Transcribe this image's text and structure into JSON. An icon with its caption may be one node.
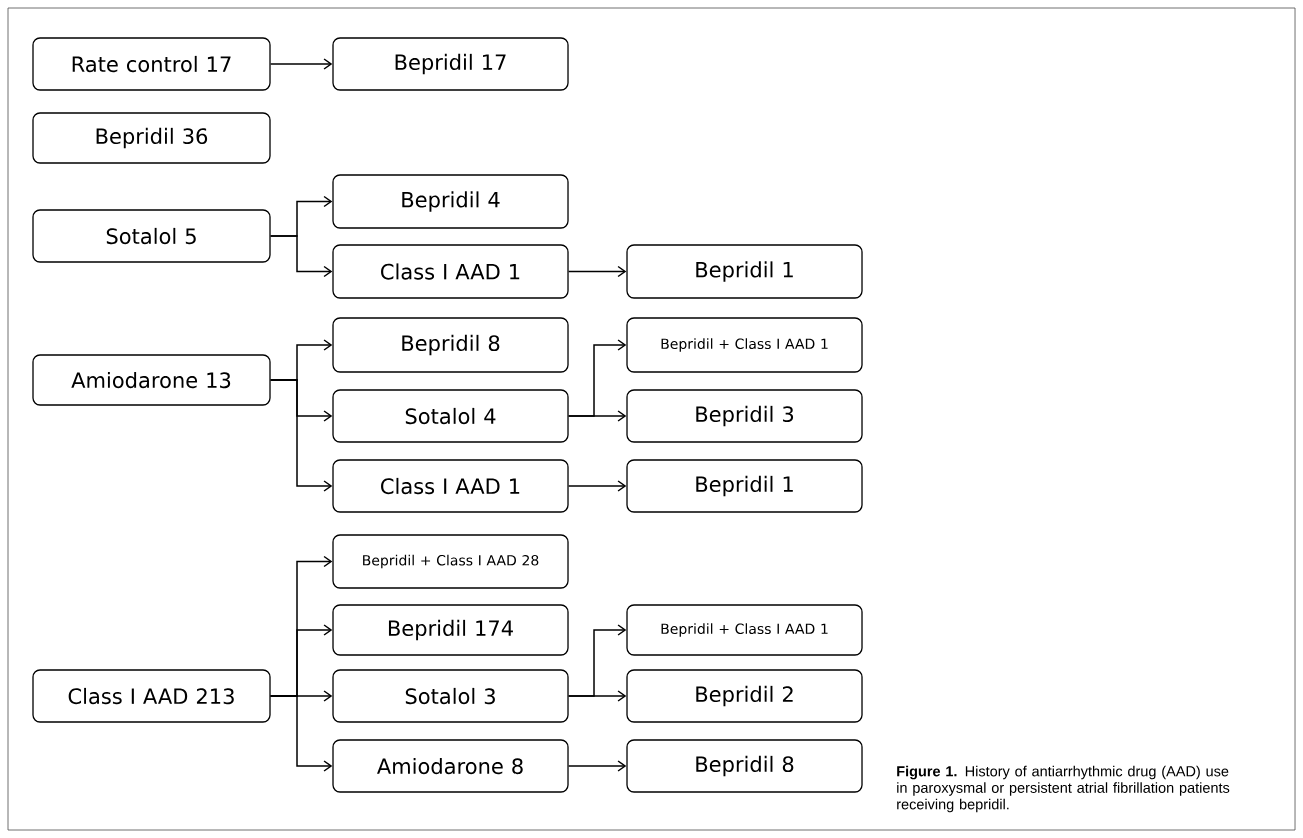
{
  "diagram": {
    "caption": "**Figure 1.** History of antiarrhythmic drug (AAD) use in paroxysmal or persistent atrial fibrillation patients receiving bepridil.",
    "nodes": [
      {
        "text": [
          "Rate control 17"
        ]
      },
      {
        "text": [
          "Bepridil 17"
        ]
      },
      {
        "text": [
          "Bepridil 36"
        ]
      },
      {
        "text": [
          "Sotalol 5"
        ]
      },
      {
        "text": [
          "Bepridil 4"
        ]
      },
      {
        "text": [
          "Class I AAD 1"
        ]
      },
      {
        "text": [
          "Bepridil 1"
        ]
      },
      {
        "text": [
          "Amiodarone 13"
        ]
      },
      {
        "text": [
          "Bepridil 8"
        ]
      },
      {
        "text": [
          "Sotalol 4"
        ]
      },
      {
        "text": [
          "Bepridil + Class I AAD 1"
        ]
      },
      {
        "text": [
          "Bepridil 3"
        ]
      },
      {
        "text": [
          "Class I AAD 1"
        ]
      },
      {
        "text": [
          "Bepridil 1"
        ]
      },
      {
        "text": [
          "Class I AAD 213"
        ]
      },
      {
        "text": [
          "Bepridil + Class I AAD 28"
        ]
      },
      {
        "text": [
          "Bepridil 174"
        ]
      },
      {
        "text": [
          "Bepridil + Class I AAD 1"
        ]
      },
      {
        "text": [
          "Sotalol 3"
        ]
      },
      {
        "text": [
          "Bepridil 2"
        ]
      },
      {
        "text": [
          "Amiodarone 8"
        ]
      },
      {
        "text": [
          "Bepridil 8"
        ]
      }
    ],
    "edges": [
      {
        "from": 0,
        "to": 1,
        "arrow": "to"
      },
      {
        "from": 3,
        "to": 4,
        "arrow": "to"
      },
      {
        "from": 3,
        "to": 5,
        "arrow": "to"
      },
      {
        "from": 5,
        "to": 6,
        "arrow": "to"
      },
      {
        "from": 7,
        "to": 8,
        "arrow": "to"
      },
      {
        "from": 7,
        "to": 9,
        "arrow": "to"
      },
      {
        "from": 7,
        "to": 12,
        "arrow": "to"
      },
      {
        "from": 9,
        "to": 10,
        "arrow": "to"
      },
      {
        "from": 9,
        "to": 11,
        "arrow": "to"
      },
      {
        "from": 12,
        "to": 13,
        "arrow": "to"
      },
      {
        "from": 14,
        "to": 15,
        "arrow": "to"
      },
      {
        "from": 14,
        "to": 16,
        "arrow": "to"
      },
      {
        "from": 14,
        "to": 18,
        "arrow": "to"
      },
      {
        "from": 14,
        "to": 20,
        "arrow": "to"
      },
      {
        "from": 18,
        "to": 17,
        "arrow": "to"
      },
      {
        "from": 18,
        "to": 19,
        "arrow": "to"
      },
      {
        "from": 20,
        "to": 21,
        "arrow": "to"
      }
    ]
  }
}
